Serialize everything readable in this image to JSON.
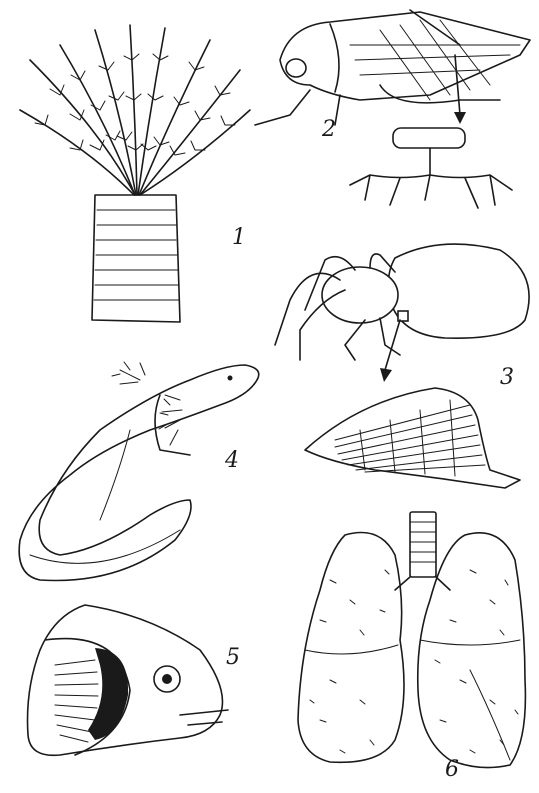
{
  "labels": {
    "fig1": "1",
    "fig2": "2",
    "fig3": "3",
    "fig4": "4",
    "fig5": "5",
    "fig6": "6"
  },
  "figures": [
    {
      "id": 1,
      "icon": "tube-worm-gills-icon"
    },
    {
      "id": 2,
      "icon": "grasshopper-trachea-icon"
    },
    {
      "id": 3,
      "icon": "spider-book-lung-icon"
    },
    {
      "id": 4,
      "icon": "axolotl-external-gills-icon"
    },
    {
      "id": 5,
      "icon": "fish-gills-icon"
    },
    {
      "id": 6,
      "icon": "human-lungs-icon"
    }
  ]
}
